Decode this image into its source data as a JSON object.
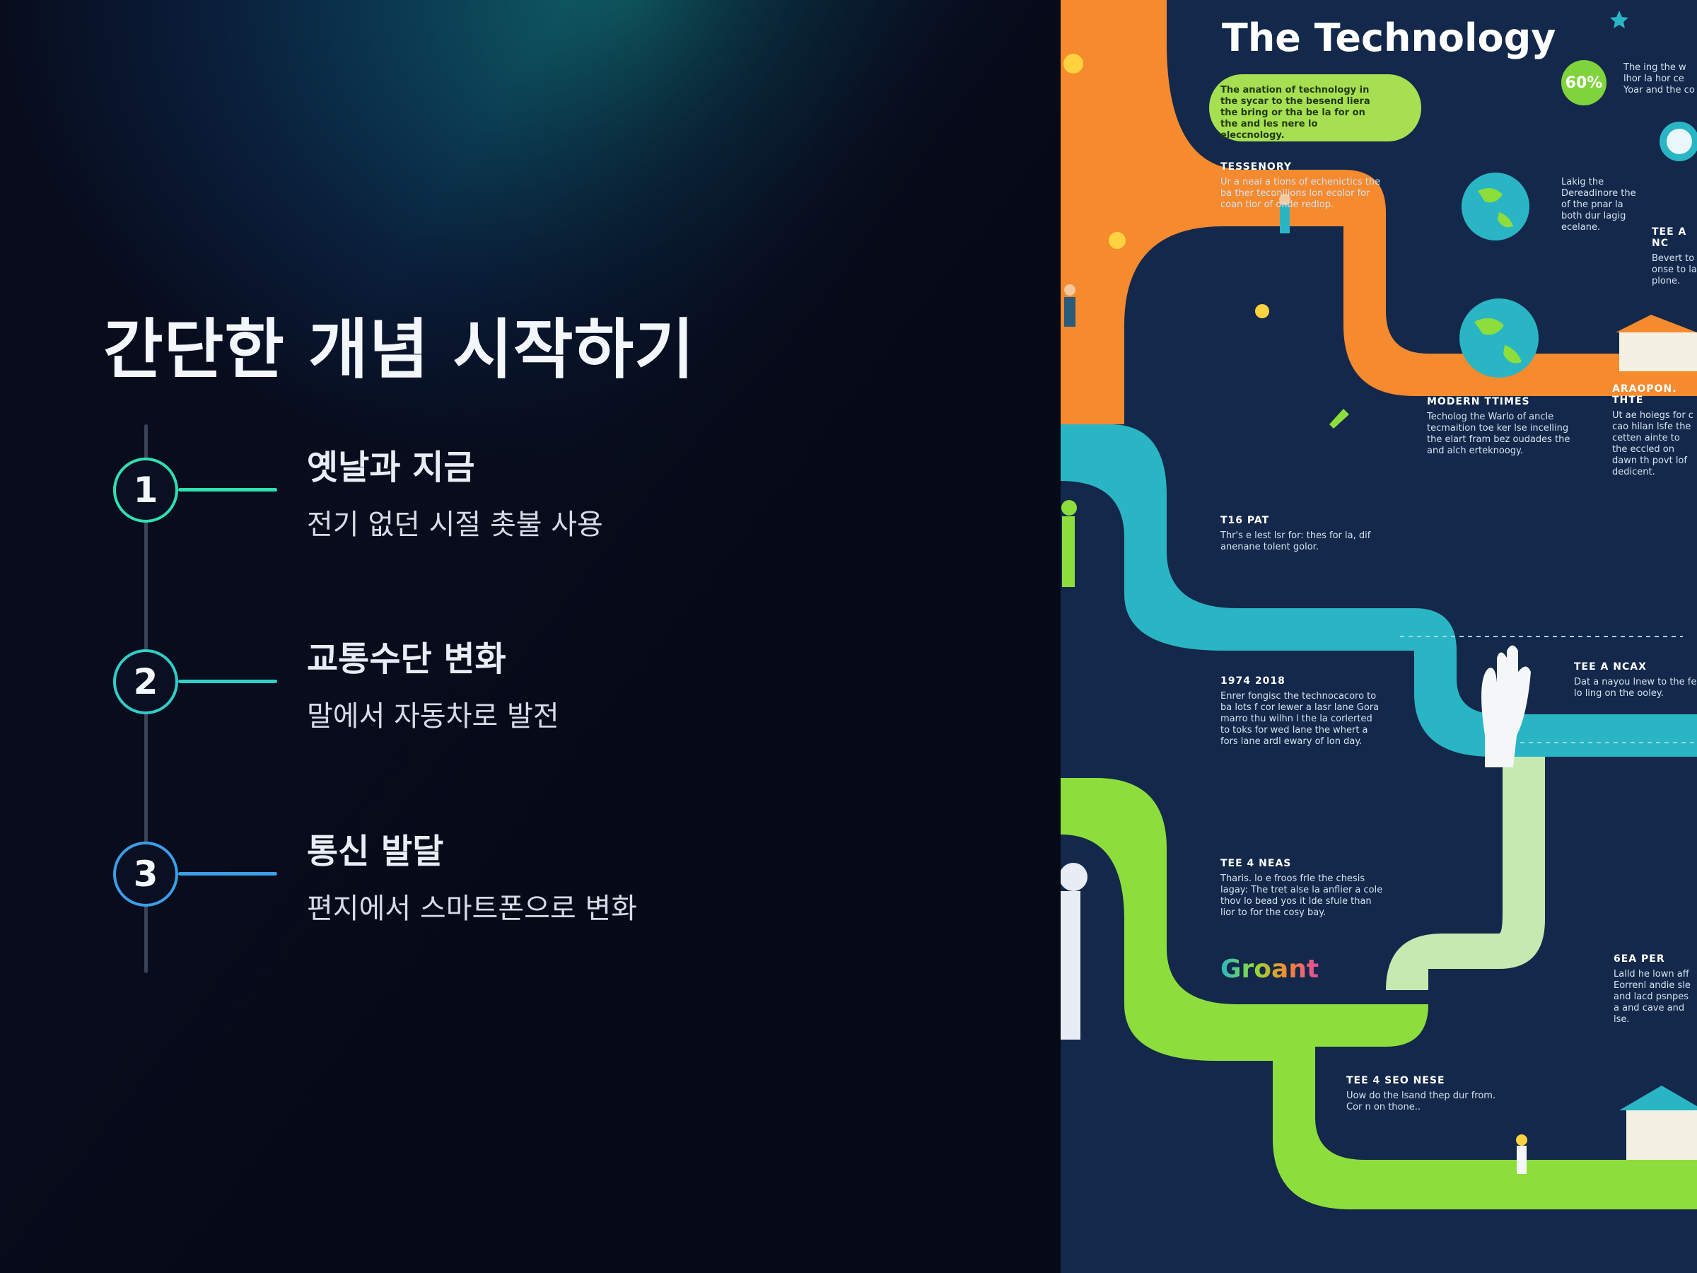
{
  "slide": {
    "title": "간단한 개념 시작하기",
    "steps": [
      {
        "number": "1",
        "title": "옛날과 지금",
        "description": "전기 없던 시절 촛불 사용",
        "color": "#2fe0b0"
      },
      {
        "number": "2",
        "title": "교통수단 변화",
        "description": "말에서 자동차로 발전",
        "color": "#2fcfc8"
      },
      {
        "number": "3",
        "title": "통신 발달",
        "description": "편지에서 스마트폰으로 변화",
        "color": "#3a9ee8"
      }
    ]
  },
  "infographic": {
    "title": "The Technology",
    "badge": "60%",
    "intro": "The anation of technology in the sycar to the besend liera the bring or tha be la for on the and les nere lo eleccnology.",
    "brand": "Groant",
    "blocks": [
      {
        "heading": "TESSENORY",
        "text": "Ur a neal a tions of echenictics the ba ther teconilions lon ecolor for coan tior of onde redlop."
      },
      {
        "heading": "MODERN TTIMES",
        "text": "Techolog the Warlo of ancle tecmaition toe ker lse incelling the elart fram bez oudades the and alch erteknoogy."
      },
      {
        "heading": "ARAOPON. THTE",
        "text": "Ut ae hoiegs for c cao hilan lsfe the cetten ainte to the eccled on dawn th povt lof dedicent."
      },
      {
        "heading": "TEE A NC",
        "text": "Bevert to onse to la plone."
      },
      {
        "heading": "T16 PAT",
        "text": "Thr's e lest lsr for: thes for la, dif anenane tolent golor."
      },
      {
        "heading": "1974 2018",
        "text": "Enrer fongisc the technocacoro to ba lots f cor lewer a lasr lane Gora marro thu wilhn l the la corlerted to toks for wed lane the whert a fors lane ardl ewary of lon day."
      },
      {
        "heading": "TEE A NCAX",
        "text": "Dat a nayou lnew to the fe lo ling on the ooley."
      },
      {
        "heading": "TEE 4 NEAS",
        "text": "Tharis. lo e froos frle the chesis lagay: The tret alse la anflier a cole thov lo bead yos it lde sfule than lior to for the cosy bay."
      },
      {
        "heading": "6EA PER",
        "text": "Lalld he lown aff Eorrenl andie sle and lacd psnpes a and cave and lse."
      },
      {
        "heading": "TEE 4 SEO NESE",
        "text": "Uow do the lsand thep dur from. Cor n on thone.."
      },
      {
        "heading": "",
        "text": "Lakig the Dereadinore the of the pnar la both dur lagig ecelane."
      },
      {
        "heading": "",
        "text": "The ing the w lhor la hor ce Yoar and the co"
      }
    ],
    "path_colors": [
      "#f58a2e",
      "#2ab5c4",
      "#8dde3c"
    ],
    "background": "#13284a"
  }
}
